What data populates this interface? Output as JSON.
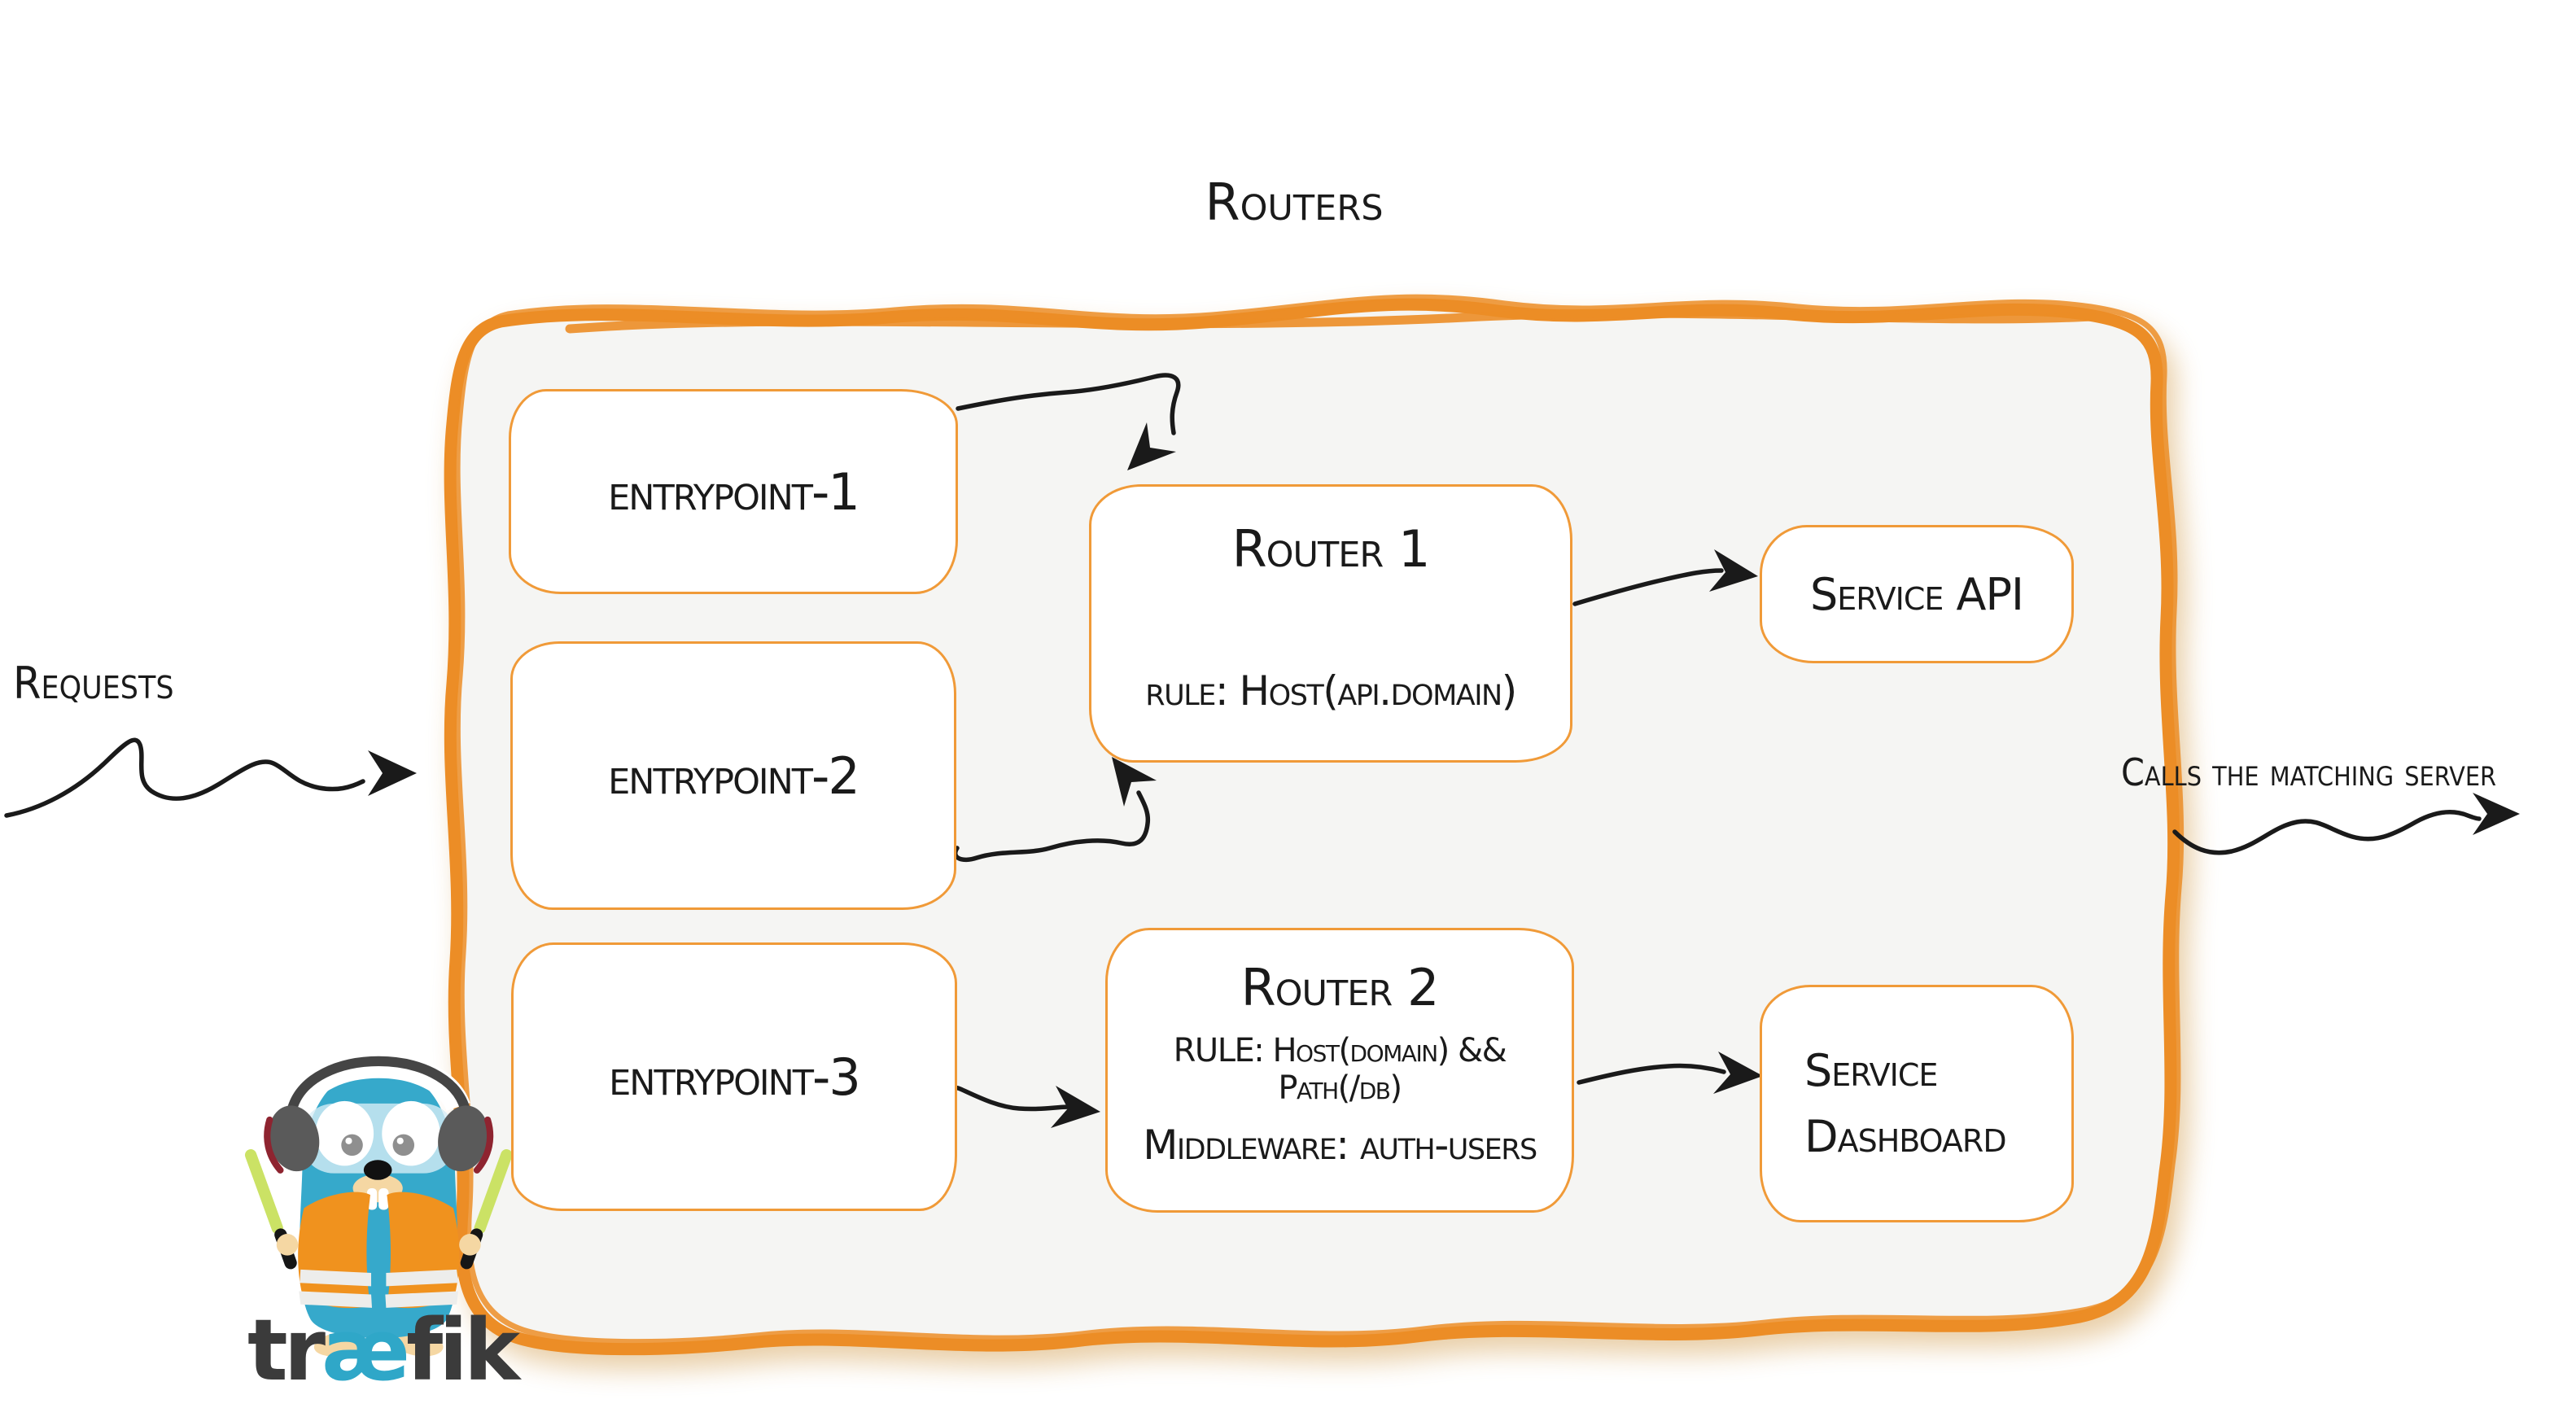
{
  "diagram": {
    "title": "Routers",
    "left_label": "Requests",
    "right_label": "Calls the matching server",
    "entrypoints": [
      {
        "label": "entrypoint-1"
      },
      {
        "label": "entrypoint-2"
      },
      {
        "label": "entrypoint-3"
      }
    ],
    "routers": [
      {
        "name": "Router 1",
        "rule": "rule: Host(api.domain)"
      },
      {
        "name": "Router 2",
        "rule": "RULE: Host(domain) && Path(/db)",
        "middleware": "Middleware: auth-users"
      }
    ],
    "services": [
      {
        "label": "Service API"
      },
      {
        "label_line1": "Service",
        "label_line2": "Dashboard"
      }
    ],
    "logo": {
      "part_dark_left": "tr",
      "part_accent": "æ",
      "part_dark_right": "fik"
    },
    "icons": {
      "mascot": "traefik-gopher-mascot",
      "arrows": [
        "requests-arrow",
        "entrypoint1-to-router1-arrow",
        "entrypoint2-to-router1-arrow",
        "entrypoint3-to-router2-arrow",
        "router1-to-service-api-arrow",
        "router2-to-service-dashboard-arrow",
        "calls-matching-server-arrow"
      ]
    },
    "colors": {
      "container_border": "#EC8D26",
      "node_border": "#F09A38",
      "container_fill": "#F5F5F3",
      "arrow_ink": "#1A1A1A",
      "text_ink": "#1A1A1A",
      "logo_dark": "#3B3B3B",
      "logo_accent": "#2FA7C8",
      "gopher_body": "#36A9CB",
      "vest": "#F0921E",
      "glow_stick": "#CBE265"
    }
  }
}
